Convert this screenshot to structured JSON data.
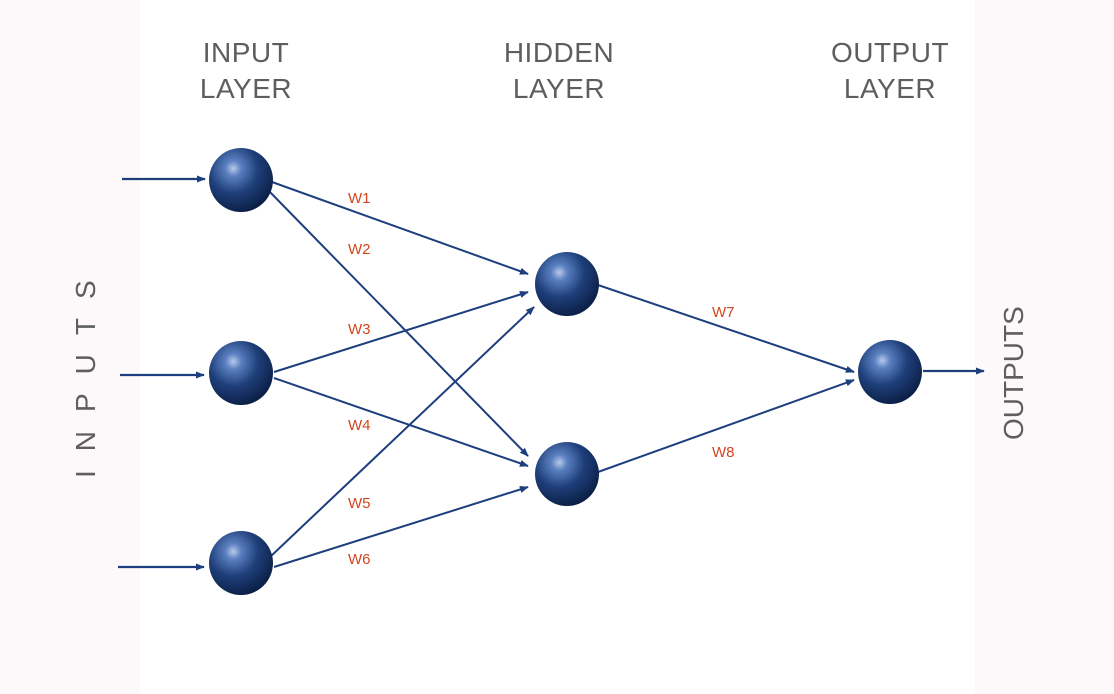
{
  "layers": {
    "input": {
      "line1": "INPUT",
      "line2": "LAYER"
    },
    "hidden": {
      "line1": "HIDDEN",
      "line2": "LAYER"
    },
    "output": {
      "line1": "OUTPUT",
      "line2": "LAYER"
    }
  },
  "side_labels": {
    "inputs": "INPUTS",
    "outputs": "OUTPUTS"
  },
  "weights": [
    "W1",
    "W2",
    "W3",
    "W4",
    "W5",
    "W6",
    "W7",
    "W8"
  ],
  "colors": {
    "node": "#1f3f7a",
    "edge": "#1d3f7e",
    "weight_label": "#d2451e",
    "title_text": "#5e5e5e"
  }
}
